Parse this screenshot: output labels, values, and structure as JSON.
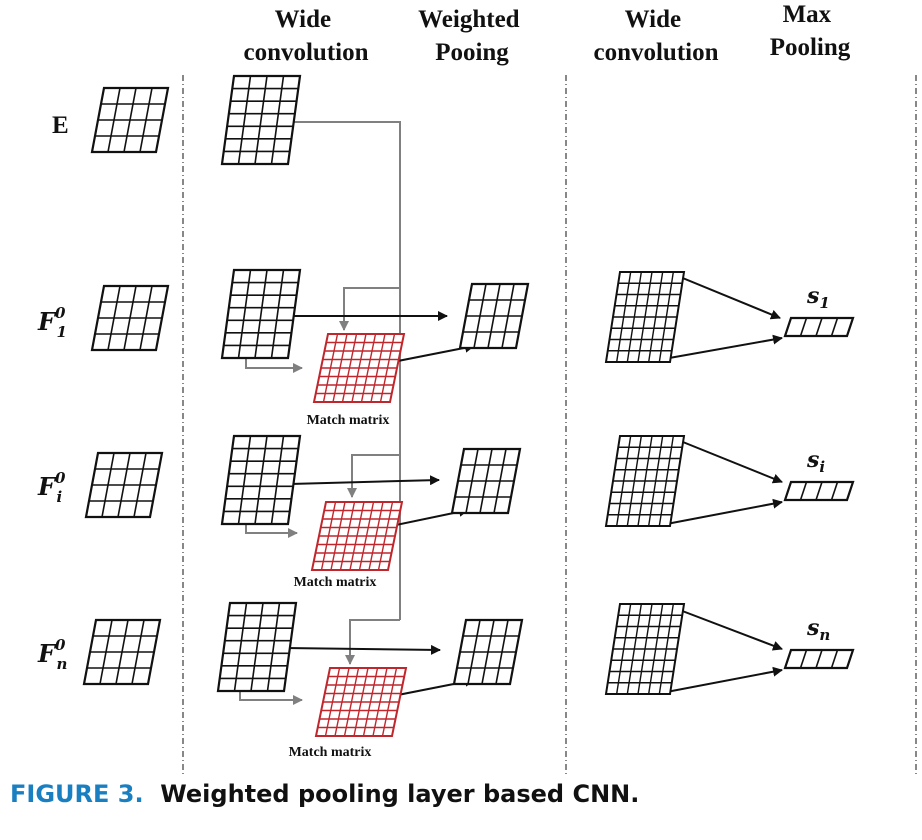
{
  "headers": {
    "wide_conv_1": [
      "Wide",
      "convolution"
    ],
    "weighted_pooling": [
      "Weighted",
      "Pooing"
    ],
    "wide_conv_2": [
      "Wide",
      "convolution"
    ],
    "max_pooling": [
      "Max",
      "Pooling"
    ]
  },
  "inputs": {
    "e": "E",
    "f1": {
      "base": "F",
      "sup": "0",
      "sub": "1"
    },
    "fi": {
      "base": "F",
      "sup": "0",
      "sub": "i"
    },
    "fn": {
      "base": "F",
      "sup": "0",
      "sub": "n"
    }
  },
  "match_matrix_label": "Match matrix",
  "outputs": {
    "s1": {
      "base": "s",
      "sub": "1"
    },
    "si": {
      "base": "s",
      "sub": "i"
    },
    "sn": {
      "base": "s",
      "sub": "n"
    }
  },
  "caption": {
    "figure": "FIGURE 3.",
    "text": "Weighted pooling layer based CNN."
  },
  "colors": {
    "match_matrix": "#c0272d",
    "connector": "#808080",
    "arrow": "#111111",
    "figure_label": "#1a7fc1"
  }
}
